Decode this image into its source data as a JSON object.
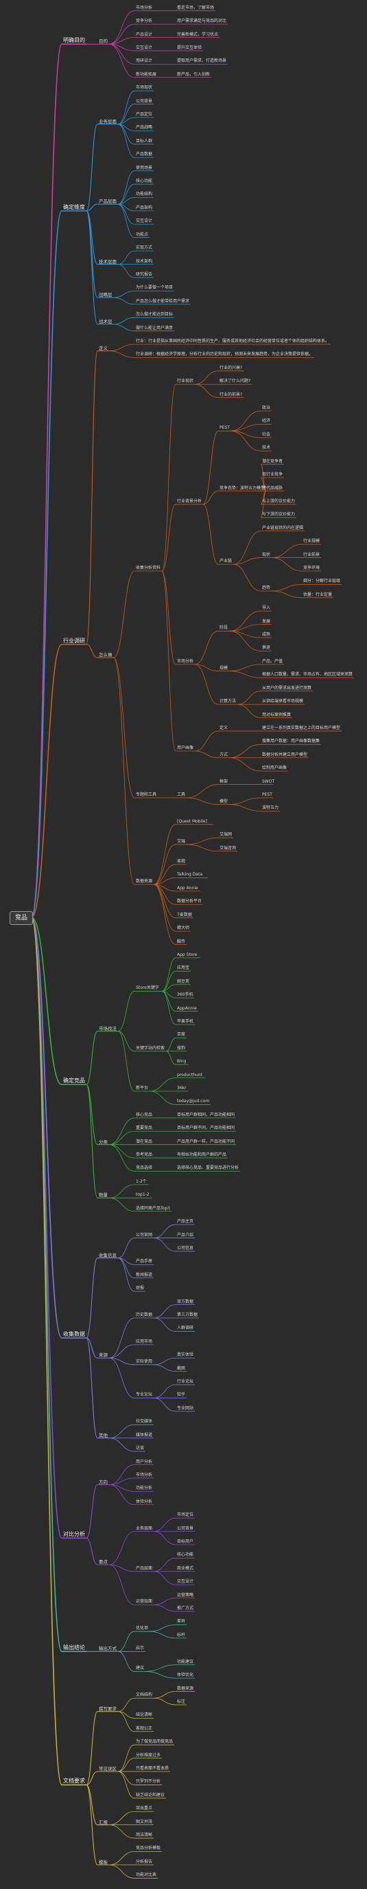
{
  "mindmap": {
    "root": "竞品",
    "colors": [
      "#d23ca6",
      "#2f95d3",
      "#c85c1e",
      "#3aaf3c",
      "#7a7fd6",
      "#8d47d1",
      "#3fb6a8",
      "#c8b339"
    ],
    "branches": [
      {
        "label": "明确目的",
        "children": [
          {
            "label": "目的",
            "children": [
              {
                "label": "市场分析",
                "children": [
                  {
                    "label": "看走市场，了解市场"
                  }
                ]
              },
              {
                "label": "竞争分析",
                "children": [
                  {
                    "label": "用户需求满足与竞品的对比"
                  }
                ]
              },
              {
                "label": "产品设计",
                "children": [
                  {
                    "label": "完善新模式，学习优点"
                  }
                ]
              },
              {
                "label": "交互设计",
                "children": [
                  {
                    "label": "提升交互体验"
                  }
                ]
              },
              {
                "label": "用研设计",
                "children": [
                  {
                    "label": "提取用户需求，打造新场景"
                  }
                ]
              },
              {
                "label": "新功能拓展",
                "children": [
                  {
                    "label": "新产品，引入创新"
                  }
                ]
              }
            ]
          }
        ]
      },
      {
        "label": "确定维度",
        "children": [
          {
            "label": "业务层面",
            "children": [
              {
                "label": "市场现状"
              },
              {
                "label": "公司背景"
              },
              {
                "label": "产品定位"
              },
              {
                "label": "产品战略"
              },
              {
                "label": "目标人群"
              },
              {
                "label": "产品数据"
              }
            ]
          },
          {
            "label": "产品层面",
            "children": [
              {
                "label": "使用场景"
              },
              {
                "label": "核心功能"
              },
              {
                "label": "功能结构"
              },
              {
                "label": "产品架构"
              },
              {
                "label": "交互设计"
              },
              {
                "label": "功能点"
              }
            ]
          },
          {
            "label": "技术层面",
            "children": [
              {
                "label": "实现方式"
              },
              {
                "label": "技术架构"
              },
              {
                "label": "研究报告"
              }
            ]
          },
          {
            "label": "战略层",
            "children": [
              {
                "label": "为什么要做一个项目"
              },
              {
                "label": "产品怎么做才能带给用户需求"
              }
            ]
          },
          {
            "label": "战术层",
            "children": [
              {
                "label": "怎么做才能达到目标"
              },
              {
                "label": "做什么能让用户满意"
              }
            ]
          }
        ]
      },
      {
        "label": "行业调研",
        "children": [
          {
            "label": "定义",
            "children": [
              {
                "label": "行业：行业是指从事国民经济中同性质的生产、服务或其他经济社会的经营单位或者个体的组织结构体系。"
              },
              {
                "label": "行业调研：根据经济学原理，分析行业的历史和现状，预测未来发展趋势，为企业决策提供依据。"
              }
            ]
          },
          {
            "label": "怎么做",
            "children": [
              {
                "label": "收集分析资料",
                "children": [
                  {
                    "label": "行业现状",
                    "children": [
                      {
                        "label": "行业的兴衰?"
                      },
                      {
                        "label": "解决了什么问题?"
                      },
                      {
                        "label": "行业的前景?"
                      }
                    ]
                  },
                  {
                    "label": "行业背景分析",
                    "children": [
                      {
                        "label": "PEST",
                        "children": [
                          {
                            "label": "政治"
                          },
                          {
                            "label": "经济"
                          },
                          {
                            "label": "社会"
                          },
                          {
                            "label": "技术"
                          }
                        ]
                      },
                      {
                        "label": "竞争态势：波特五力模型",
                        "children": [
                          {
                            "label": "潜在竞争者"
                          },
                          {
                            "label": "现行业竞争"
                          },
                          {
                            "label": "替代品威胁"
                          },
                          {
                            "label": "与上游的议价能力"
                          },
                          {
                            "label": "与下游的议价能力"
                          }
                        ]
                      },
                      {
                        "label": "产业链",
                        "children": [
                          {
                            "label": "产业链现状的内在逻辑"
                          },
                          {
                            "label": "现状",
                            "children": [
                              {
                                "label": "行业规模"
                              },
                              {
                                "label": "行业前景"
                              },
                              {
                                "label": "竞争环境"
                              }
                            ]
                          },
                          {
                            "label": "趋势",
                            "children": [
                              {
                                "label": "细分：分解行业层级"
                              },
                              {
                                "label": "估量：行业定量"
                              }
                            ]
                          }
                        ]
                      }
                    ]
                  },
                  {
                    "label": "市场分析",
                    "children": [
                      {
                        "label": "阶段",
                        "children": [
                          {
                            "label": "导入"
                          },
                          {
                            "label": "发展"
                          },
                          {
                            "label": "成熟"
                          },
                          {
                            "label": "衰退"
                          }
                        ]
                      },
                      {
                        "label": "规模",
                        "children": [
                          {
                            "label": "产品、产值"
                          },
                          {
                            "label": "根据人口数量、需求、市场占有、地区区域来测算"
                          }
                        ]
                      },
                      {
                        "label": "计算方法",
                        "children": [
                          {
                            "label": "从用户的需求出发进行测算"
                          },
                          {
                            "label": "从供给端来看市场规模"
                          },
                          {
                            "label": "用对标案例推算"
                          }
                        ]
                      }
                    ]
                  },
                  {
                    "label": "用户画像",
                    "children": [
                      {
                        "label": "定义",
                        "children": [
                          {
                            "label": "建立在一系列真实数据之上的目标用户模型"
                          }
                        ]
                      },
                      {
                        "label": "方式",
                        "children": [
                          {
                            "label": "搜集用户数据：用户画像数据集"
                          },
                          {
                            "label": "数据分析并建立用户模型"
                          },
                          {
                            "label": "绘制用户画像"
                          }
                        ]
                      }
                    ]
                  }
                ]
              },
              {
                "label": "专题和工具",
                "children": [
                  {
                    "label": "工具",
                    "children": [
                      {
                        "label": "框架",
                        "children": [
                          {
                            "label": "SWOT"
                          }
                        ]
                      },
                      {
                        "label": "模型",
                        "children": [
                          {
                            "label": "PEST"
                          },
                          {
                            "label": "波特五力"
                          }
                        ]
                      }
                    ]
                  }
                ]
              },
              {
                "label": "数据来源",
                "children": [
                  {
                    "label": "[Quest Mobile]"
                  },
                  {
                    "label": "艾瑞",
                    "children": [
                      {
                        "label": "艾瑞网"
                      },
                      {
                        "label": "艾瑞咨询"
                      }
                    ]
                  },
                  {
                    "label": "易观"
                  },
                  {
                    "label": "Talking Data"
                  },
                  {
                    "label": "App Annie"
                  },
                  {
                    "label": "数据分析平台"
                  },
                  {
                    "label": "7麦数据"
                  },
                  {
                    "label": "蝉大师"
                  },
                  {
                    "label": "酷传"
                  }
                ]
              }
            ]
          }
        ]
      },
      {
        "label": "确定竞品",
        "children": [
          {
            "label": "市场找法",
            "children": [
              {
                "label": "Store关键字",
                "children": [
                  {
                    "label": "App Store"
                  },
                  {
                    "label": "应用宝"
                  },
                  {
                    "label": "豌豆荚"
                  },
                  {
                    "label": "360手机"
                  },
                  {
                    "label": "AppAnnie"
                  },
                  {
                    "label": "苹果手机"
                  }
                ]
              },
              {
                "label": "关键字站内检索",
                "children": [
                  {
                    "label": "百度"
                  },
                  {
                    "label": "搜狗"
                  },
                  {
                    "label": "Bing"
                  }
                ]
              },
              {
                "label": "新平台",
                "children": [
                  {
                    "label": "producthunt"
                  },
                  {
                    "label": "36kr"
                  },
                  {
                    "label": "today@jud.com"
                  }
                ]
              }
            ]
          },
          {
            "label": "分类",
            "children": [
              {
                "label": "核心竞品",
                "children": [
                  {
                    "label": "目标用户群相同，产品功能相同"
                  }
                ]
              },
              {
                "label": "重要竞品",
                "children": [
                  {
                    "label": "目标用户群不同，产品功能相同"
                  }
                ]
              },
              {
                "label": "潜在竞品",
                "children": [
                  {
                    "label": "产品用户群一样，产品功能不同"
                  }
                ]
              },
              {
                "label": "参考竞品",
                "children": [
                  {
                    "label": "有相似功能和用户群的产品"
                  }
                ]
              },
              {
                "label": "竞品选择",
                "children": [
                  {
                    "label": "选择核心竞品、重要竞品进行分析"
                  }
                ]
              }
            ]
          },
          {
            "label": "数量",
            "children": [
              {
                "label": "1-2个"
              },
              {
                "label": "top1-2"
              },
              {
                "label": "选择同类产品Top3"
              }
            ]
          }
        ]
      },
      {
        "label": "收集数据",
        "children": [
          {
            "label": "收集信息",
            "children": [
              {
                "label": "公司官网",
                "children": [
                  {
                    "label": "产品主页"
                  },
                  {
                    "label": "产品介绍"
                  },
                  {
                    "label": "公司信息"
                  }
                ]
              },
              {
                "label": "产品手册"
              },
              {
                "label": "新闻报道"
              },
              {
                "label": "财报"
              }
            ]
          },
          {
            "label": "来源",
            "children": [
              {
                "label": "历史数据",
                "children": [
                  {
                    "label": "官方数据"
                  },
                  {
                    "label": "第三方数据"
                  },
                  {
                    "label": "人群调研"
                  }
                ]
              },
              {
                "label": "应用市场"
              },
              {
                "label": "实际使用",
                "children": [
                  {
                    "label": "真实体验"
                  },
                  {
                    "label": "截图"
                  }
                ]
              },
              {
                "label": "专业论坛",
                "children": [
                  {
                    "label": "行业论坛"
                  },
                  {
                    "label": "知乎"
                  },
                  {
                    "label": "专业网站"
                  }
                ]
              }
            ]
          },
          {
            "label": "其他",
            "children": [
              {
                "label": "社交媒体"
              },
              {
                "label": "媒体报道"
              },
              {
                "label": "访谈"
              }
            ]
          }
        ]
      },
      {
        "label": "对比分析",
        "children": [
          {
            "label": "方向",
            "children": [
              {
                "label": "用户分析"
              },
              {
                "label": "市场分析"
              },
              {
                "label": "功能分析"
              },
              {
                "label": "体验分析"
              }
            ]
          },
          {
            "label": "要点",
            "children": [
              {
                "label": "业务层面",
                "children": [
                  {
                    "label": "市场定位"
                  },
                  {
                    "label": "公司背景"
                  },
                  {
                    "label": "目标用户"
                  }
                ]
              },
              {
                "label": "产品层面",
                "children": [
                  {
                    "label": "核心功能"
                  },
                  {
                    "label": "商业模式"
                  },
                  {
                    "label": "交互设计"
                  }
                ]
              },
              {
                "label": "运营层面",
                "children": [
                  {
                    "label": "运营策略"
                  },
                  {
                    "label": "推广方式"
                  }
                ]
              }
            ]
          }
        ]
      },
      {
        "label": "输出结论",
        "children": [
          {
            "label": "输出方式",
            "children": [
              {
                "label": "优化项",
                "children": [
                  {
                    "label": "差异"
                  },
                  {
                    "label": "标杆"
                  }
                ]
              },
              {
                "label": "启示"
              },
              {
                "label": "建议",
                "children": [
                  {
                    "label": "功能建议"
                  },
                  {
                    "label": "体验优化"
                  }
                ]
              }
            ]
          }
        ]
      },
      {
        "label": "文档要求",
        "children": [
          {
            "label": "撰写要求",
            "children": [
              {
                "label": "文档结构",
                "children": [
                  {
                    "label": "数据来源"
                  },
                  {
                    "label": "标注"
                  }
                ]
              },
              {
                "label": "结论清晰"
              },
              {
                "label": "客观公正"
              }
            ]
          },
          {
            "label": "常见误区",
            "children": [
              {
                "label": "为了做竞品而做竞品"
              },
              {
                "label": "分析维度过多"
              },
              {
                "label": "只看表面不看本质"
              },
              {
                "label": "只罗列不分析"
              },
              {
                "label": "缺乏结论和建议"
              }
            ]
          },
          {
            "label": "汇报",
            "children": [
              {
                "label": "突出重点"
              },
              {
                "label": "图文并茂"
              },
              {
                "label": "简洁清晰"
              }
            ]
          },
          {
            "label": "模板",
            "children": [
              {
                "label": "竞品分析模板"
              },
              {
                "label": "分析报告"
              },
              {
                "label": "功能对比表"
              }
            ]
          }
        ]
      }
    ]
  }
}
